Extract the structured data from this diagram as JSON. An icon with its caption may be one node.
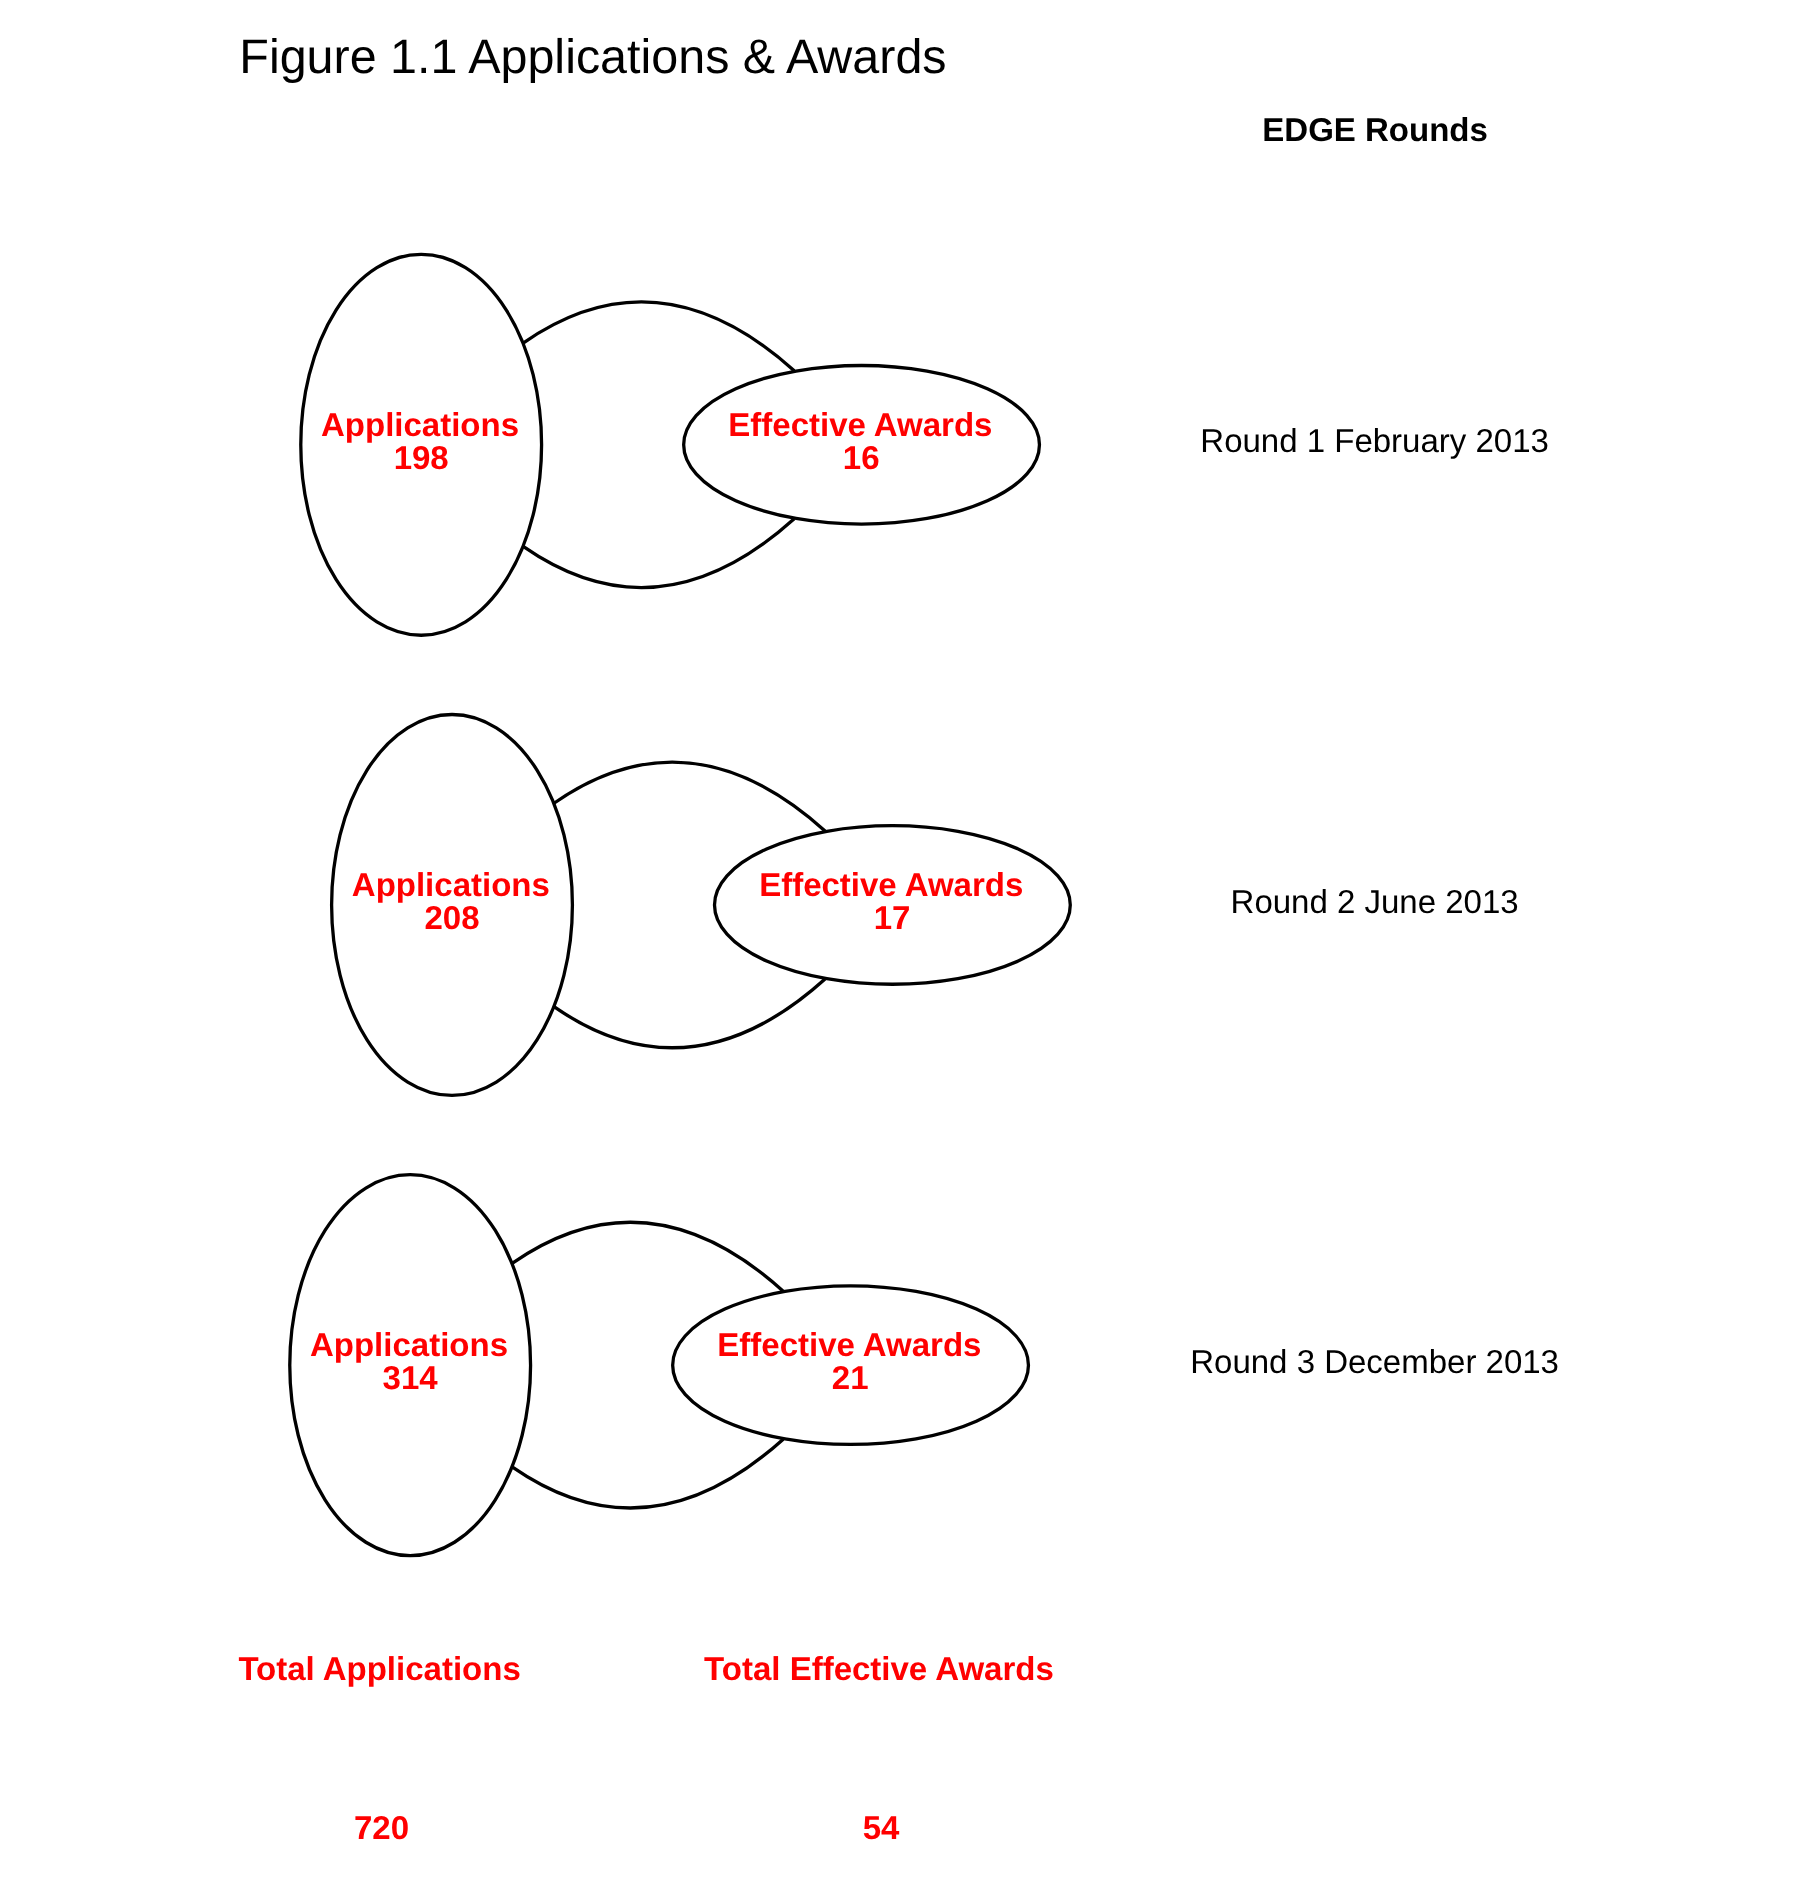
{
  "diagram": {
    "title": "Figure 1.1 Applications & Awards",
    "nodes": [
      {
        "text": [
          "Applications",
          "198"
        ]
      },
      {
        "text": [
          "Effective Awards",
          "16"
        ]
      },
      {
        "text": [
          "Applications",
          "208"
        ]
      },
      {
        "text": [
          "Effective Awards",
          "17"
        ]
      },
      {
        "text": [
          "Applications",
          "314"
        ]
      },
      {
        "text": [
          "Effective Awards",
          "21"
        ]
      }
    ],
    "edges": [
      {
        "from": 0,
        "to": 1,
        "arrow": "none"
      },
      {
        "from": 0,
        "to": 1,
        "arrow": "none"
      },
      {
        "from": 2,
        "to": 3,
        "arrow": "none"
      },
      {
        "from": 2,
        "to": 3,
        "arrow": "none"
      },
      {
        "from": 4,
        "to": 5,
        "arrow": "none"
      },
      {
        "from": 4,
        "to": 5,
        "arrow": "none"
      }
    ],
    "labels": [
      "EDGE Rounds",
      "Round 1 February 2013",
      "Round 2 June 2013",
      "Round 3 December 2013",
      "Total Applications",
      "Total Effective Awards",
      "720",
      "54"
    ]
  }
}
